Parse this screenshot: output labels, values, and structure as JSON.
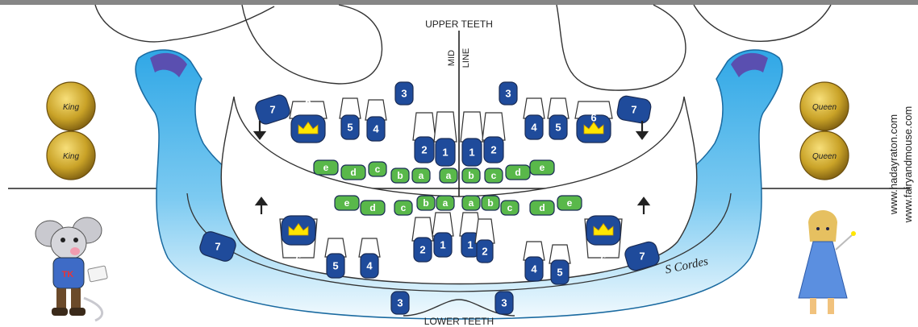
{
  "labels": {
    "upper": "UPPER TEETH",
    "lower": "LOWER TEETH",
    "mid": "MID",
    "line": "LINE",
    "signature": "S Cordes"
  },
  "coins": {
    "left": [
      "King",
      "King"
    ],
    "right": [
      "Queen",
      "Queen"
    ]
  },
  "sites": [
    "www.hadayraton.com",
    "www.fairyandmouse.com"
  ],
  "colors": {
    "permanent": "#1f4b9b",
    "primary": "#59b84a",
    "jaw": "#2fa7e6",
    "jawLight": "#e6f5fd",
    "crown": "#ffe600",
    "coin": "#c9a227"
  },
  "teeth": {
    "upper_permanent": [
      "7",
      "6",
      "5",
      "4",
      "3",
      "2",
      "1",
      "1",
      "2",
      "4",
      "5",
      "6",
      "3",
      "7"
    ],
    "upper_primary": [
      "e",
      "d",
      "c",
      "b",
      "a",
      "a",
      "b",
      "c",
      "d",
      "e"
    ],
    "lower_primary": [
      "e",
      "d",
      "c",
      "b",
      "a",
      "a",
      "b",
      "c",
      "d",
      "e"
    ],
    "lower_permanent": [
      "7",
      "6",
      "5",
      "4",
      "3",
      "2",
      "1",
      "1",
      "2",
      "3",
      "4",
      "5",
      "6",
      "7"
    ]
  }
}
